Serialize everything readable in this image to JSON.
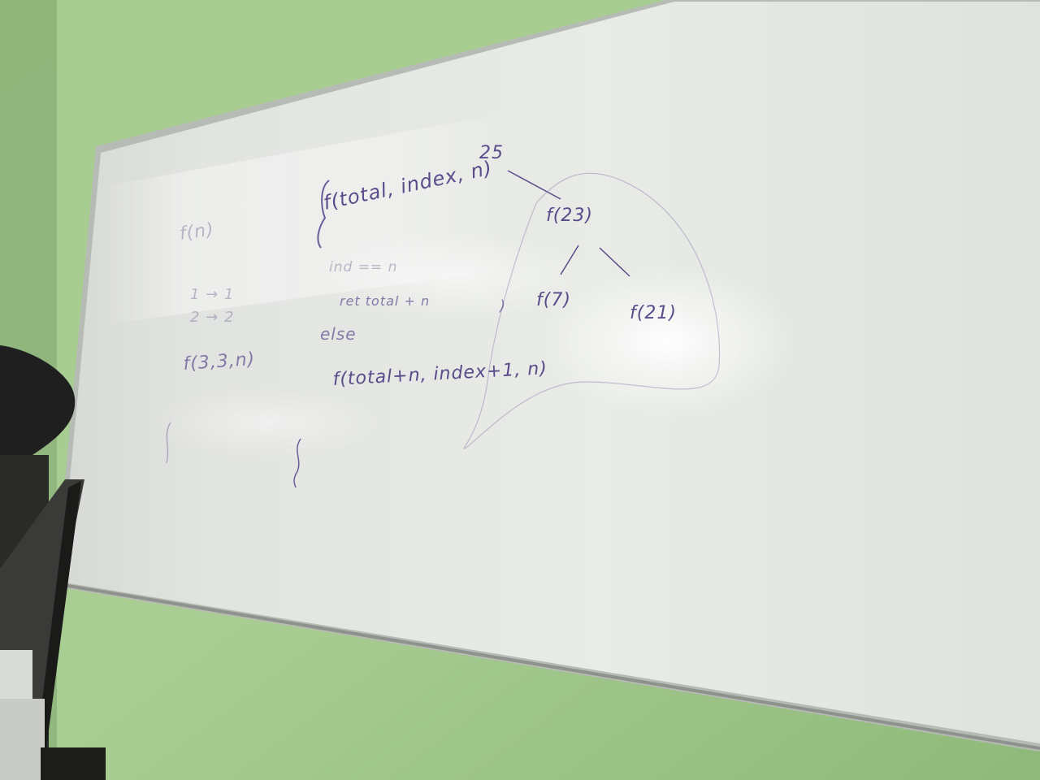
{
  "whiteboard": {
    "left_notes": {
      "top": "f(n)",
      "line1": "1 → 1",
      "line2": "2 → 2",
      "call": "f(3,3,n)"
    },
    "code": {
      "signature": "f(total, index, n)",
      "cond": "ind == n",
      "ret": "ret total + n",
      "else_kw": "else",
      "recurse": "f(total+n, index+1, n)"
    },
    "tree": {
      "root_value": "25",
      "node_mid": "f(23)",
      "node_left": "f(7)",
      "node_right": "f(21)"
    }
  }
}
